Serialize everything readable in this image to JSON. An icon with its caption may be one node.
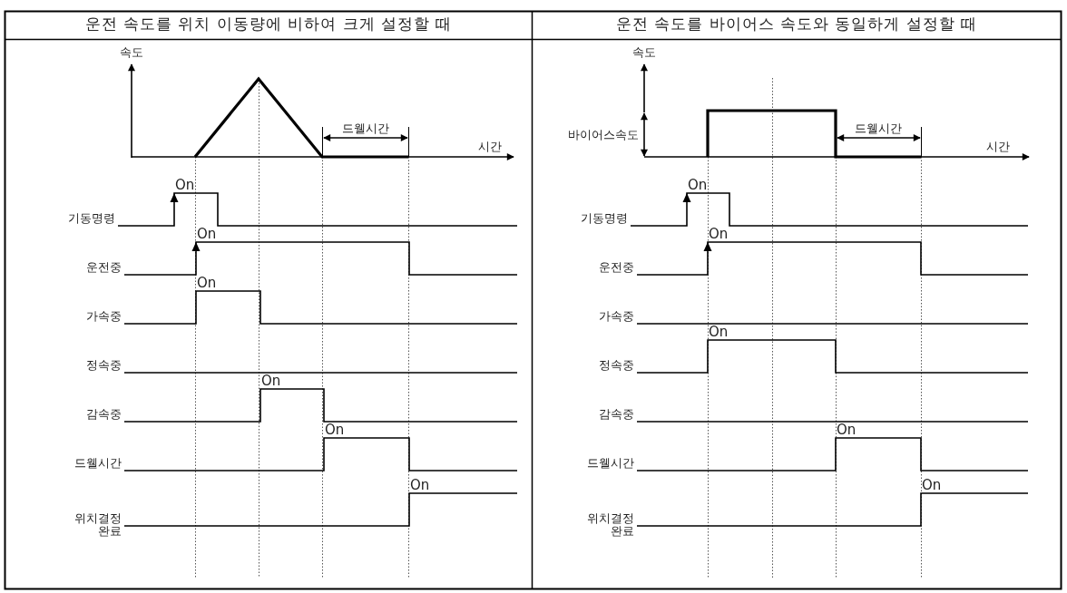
{
  "diagram": {
    "labels": [
      "운전 속도를 위치 이동량에 비하여 크게 설정할 때",
      "운전 속도를 바이어스 속도와 동일하게 설정할 때",
      "속도",
      "드웰시간",
      "시간",
      "On",
      "기동명령",
      "On",
      "운전중",
      "On",
      "가속중",
      "정속중",
      "On",
      "감속중",
      "On",
      "드웰시간",
      "On",
      "위치결정 완료",
      "속도",
      "바이어스속도",
      "드웰시간",
      "시간",
      "On",
      "기동명령",
      "On",
      "운전중",
      "가속중",
      "On",
      "정속중",
      "감속중",
      "On",
      "드웰시간",
      "On",
      "위치결정 완료"
    ]
  }
}
